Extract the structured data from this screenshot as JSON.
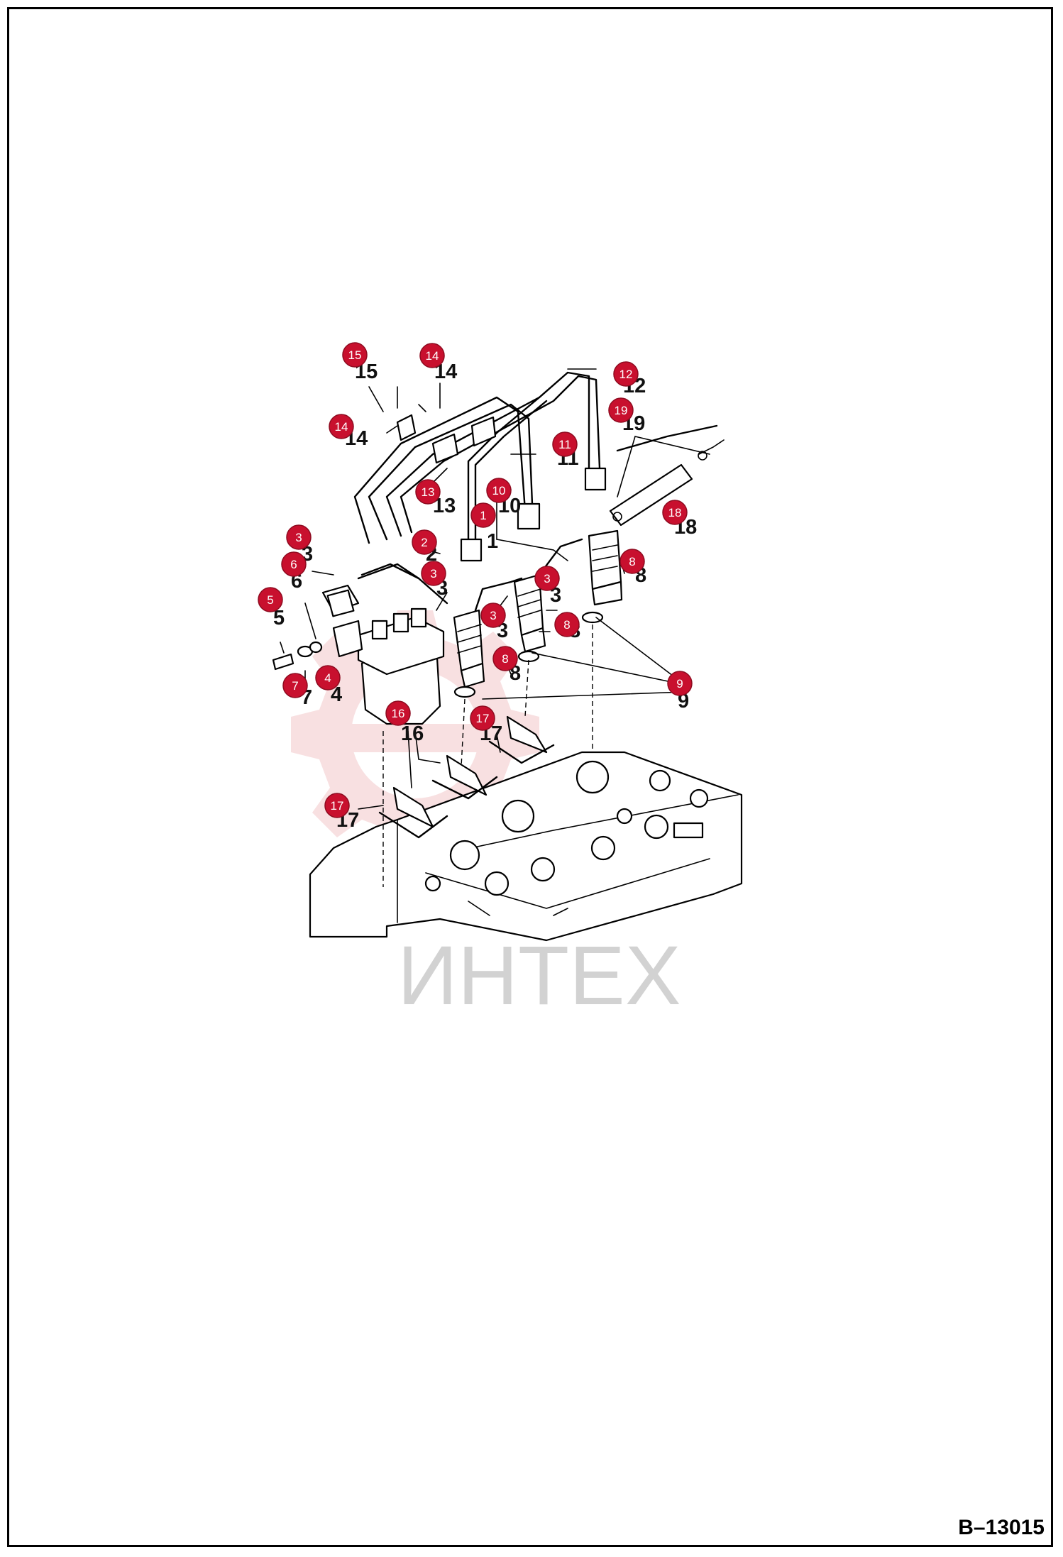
{
  "drawing_code": "B–13015",
  "watermark_text": "ИНТЕХ",
  "colors": {
    "marker_fill": "#c8102e",
    "watermark": "#e6e6e6",
    "watermark_gear": "#f3c7c9"
  },
  "callouts": [
    {
      "id": "m15",
      "number": "15"
    },
    {
      "id": "m14a",
      "number": "14"
    },
    {
      "id": "m12",
      "number": "12"
    },
    {
      "id": "m19",
      "number": "19"
    },
    {
      "id": "m14b",
      "number": "14"
    },
    {
      "id": "m11",
      "number": "11"
    },
    {
      "id": "m13",
      "number": "13"
    },
    {
      "id": "m10",
      "number": "10"
    },
    {
      "id": "m1",
      "number": "1"
    },
    {
      "id": "m18",
      "number": "18"
    },
    {
      "id": "m2",
      "number": "2"
    },
    {
      "id": "m3a",
      "number": "3"
    },
    {
      "id": "m6",
      "number": "6"
    },
    {
      "id": "m3b",
      "number": "3"
    },
    {
      "id": "m3c",
      "number": "3"
    },
    {
      "id": "m8a",
      "number": "8"
    },
    {
      "id": "m5",
      "number": "5"
    },
    {
      "id": "m3d",
      "number": "3"
    },
    {
      "id": "m8b",
      "number": "8"
    },
    {
      "id": "m8c",
      "number": "8"
    },
    {
      "id": "m7",
      "number": "7"
    },
    {
      "id": "m4",
      "number": "4"
    },
    {
      "id": "m9",
      "number": "9"
    },
    {
      "id": "m16",
      "number": "16"
    },
    {
      "id": "m17a",
      "number": "17"
    },
    {
      "id": "m17b",
      "number": "17"
    }
  ],
  "part_labels": [
    {
      "id": "l15",
      "text": "15"
    },
    {
      "id": "l14a",
      "text": "14"
    },
    {
      "id": "l12",
      "text": "12"
    },
    {
      "id": "l19",
      "text": "19"
    },
    {
      "id": "l14b",
      "text": "14"
    },
    {
      "id": "l11",
      "text": "11"
    },
    {
      "id": "l13",
      "text": "13"
    },
    {
      "id": "l10",
      "text": "10"
    },
    {
      "id": "l1",
      "text": "1"
    },
    {
      "id": "l18",
      "text": "18"
    },
    {
      "id": "l2",
      "text": "2"
    },
    {
      "id": "l3a",
      "text": "3"
    },
    {
      "id": "l6",
      "text": "6"
    },
    {
      "id": "l3b",
      "text": "3"
    },
    {
      "id": "l3c",
      "text": "3"
    },
    {
      "id": "l3d",
      "text": "3"
    },
    {
      "id": "l8a",
      "text": "8"
    },
    {
      "id": "l5",
      "text": "5"
    },
    {
      "id": "l8b",
      "text": "8"
    },
    {
      "id": "l8c",
      "text": "8"
    },
    {
      "id": "l7",
      "text": "7"
    },
    {
      "id": "l4",
      "text": "4"
    },
    {
      "id": "l9",
      "text": "9"
    },
    {
      "id": "l16",
      "text": "16"
    },
    {
      "id": "l17a",
      "text": "17"
    },
    {
      "id": "l17b",
      "text": "17"
    }
  ]
}
